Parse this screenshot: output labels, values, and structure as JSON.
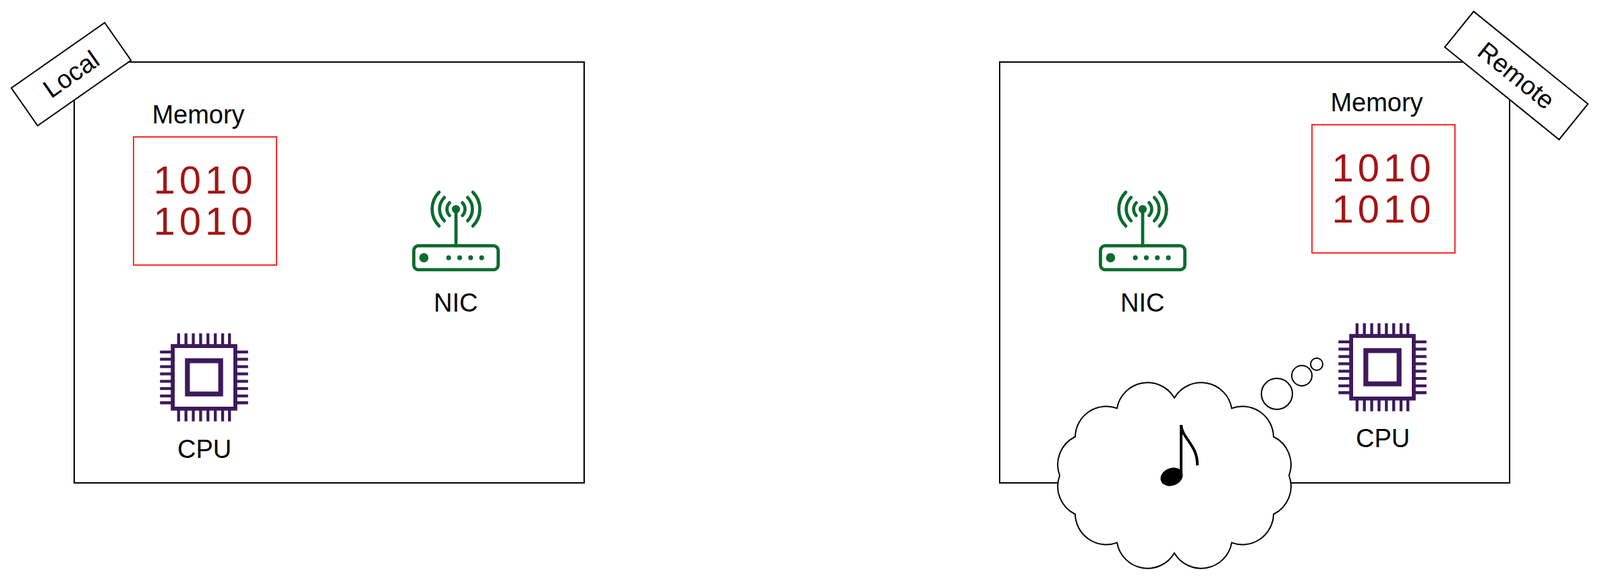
{
  "diagram": {
    "nodes": [
      {
        "text": [
          "Local"
        ]
      },
      {
        "text": [
          "Memory",
          "1010 1010"
        ],
        "in": 0
      },
      {
        "text": [
          "Remote"
        ]
      },
      {
        "text": [
          "Memory",
          "1010 1010"
        ],
        "in": 2
      }
    ],
    "labels": [
      "NIC",
      "CPU",
      "NIC",
      "CPU"
    ]
  }
}
